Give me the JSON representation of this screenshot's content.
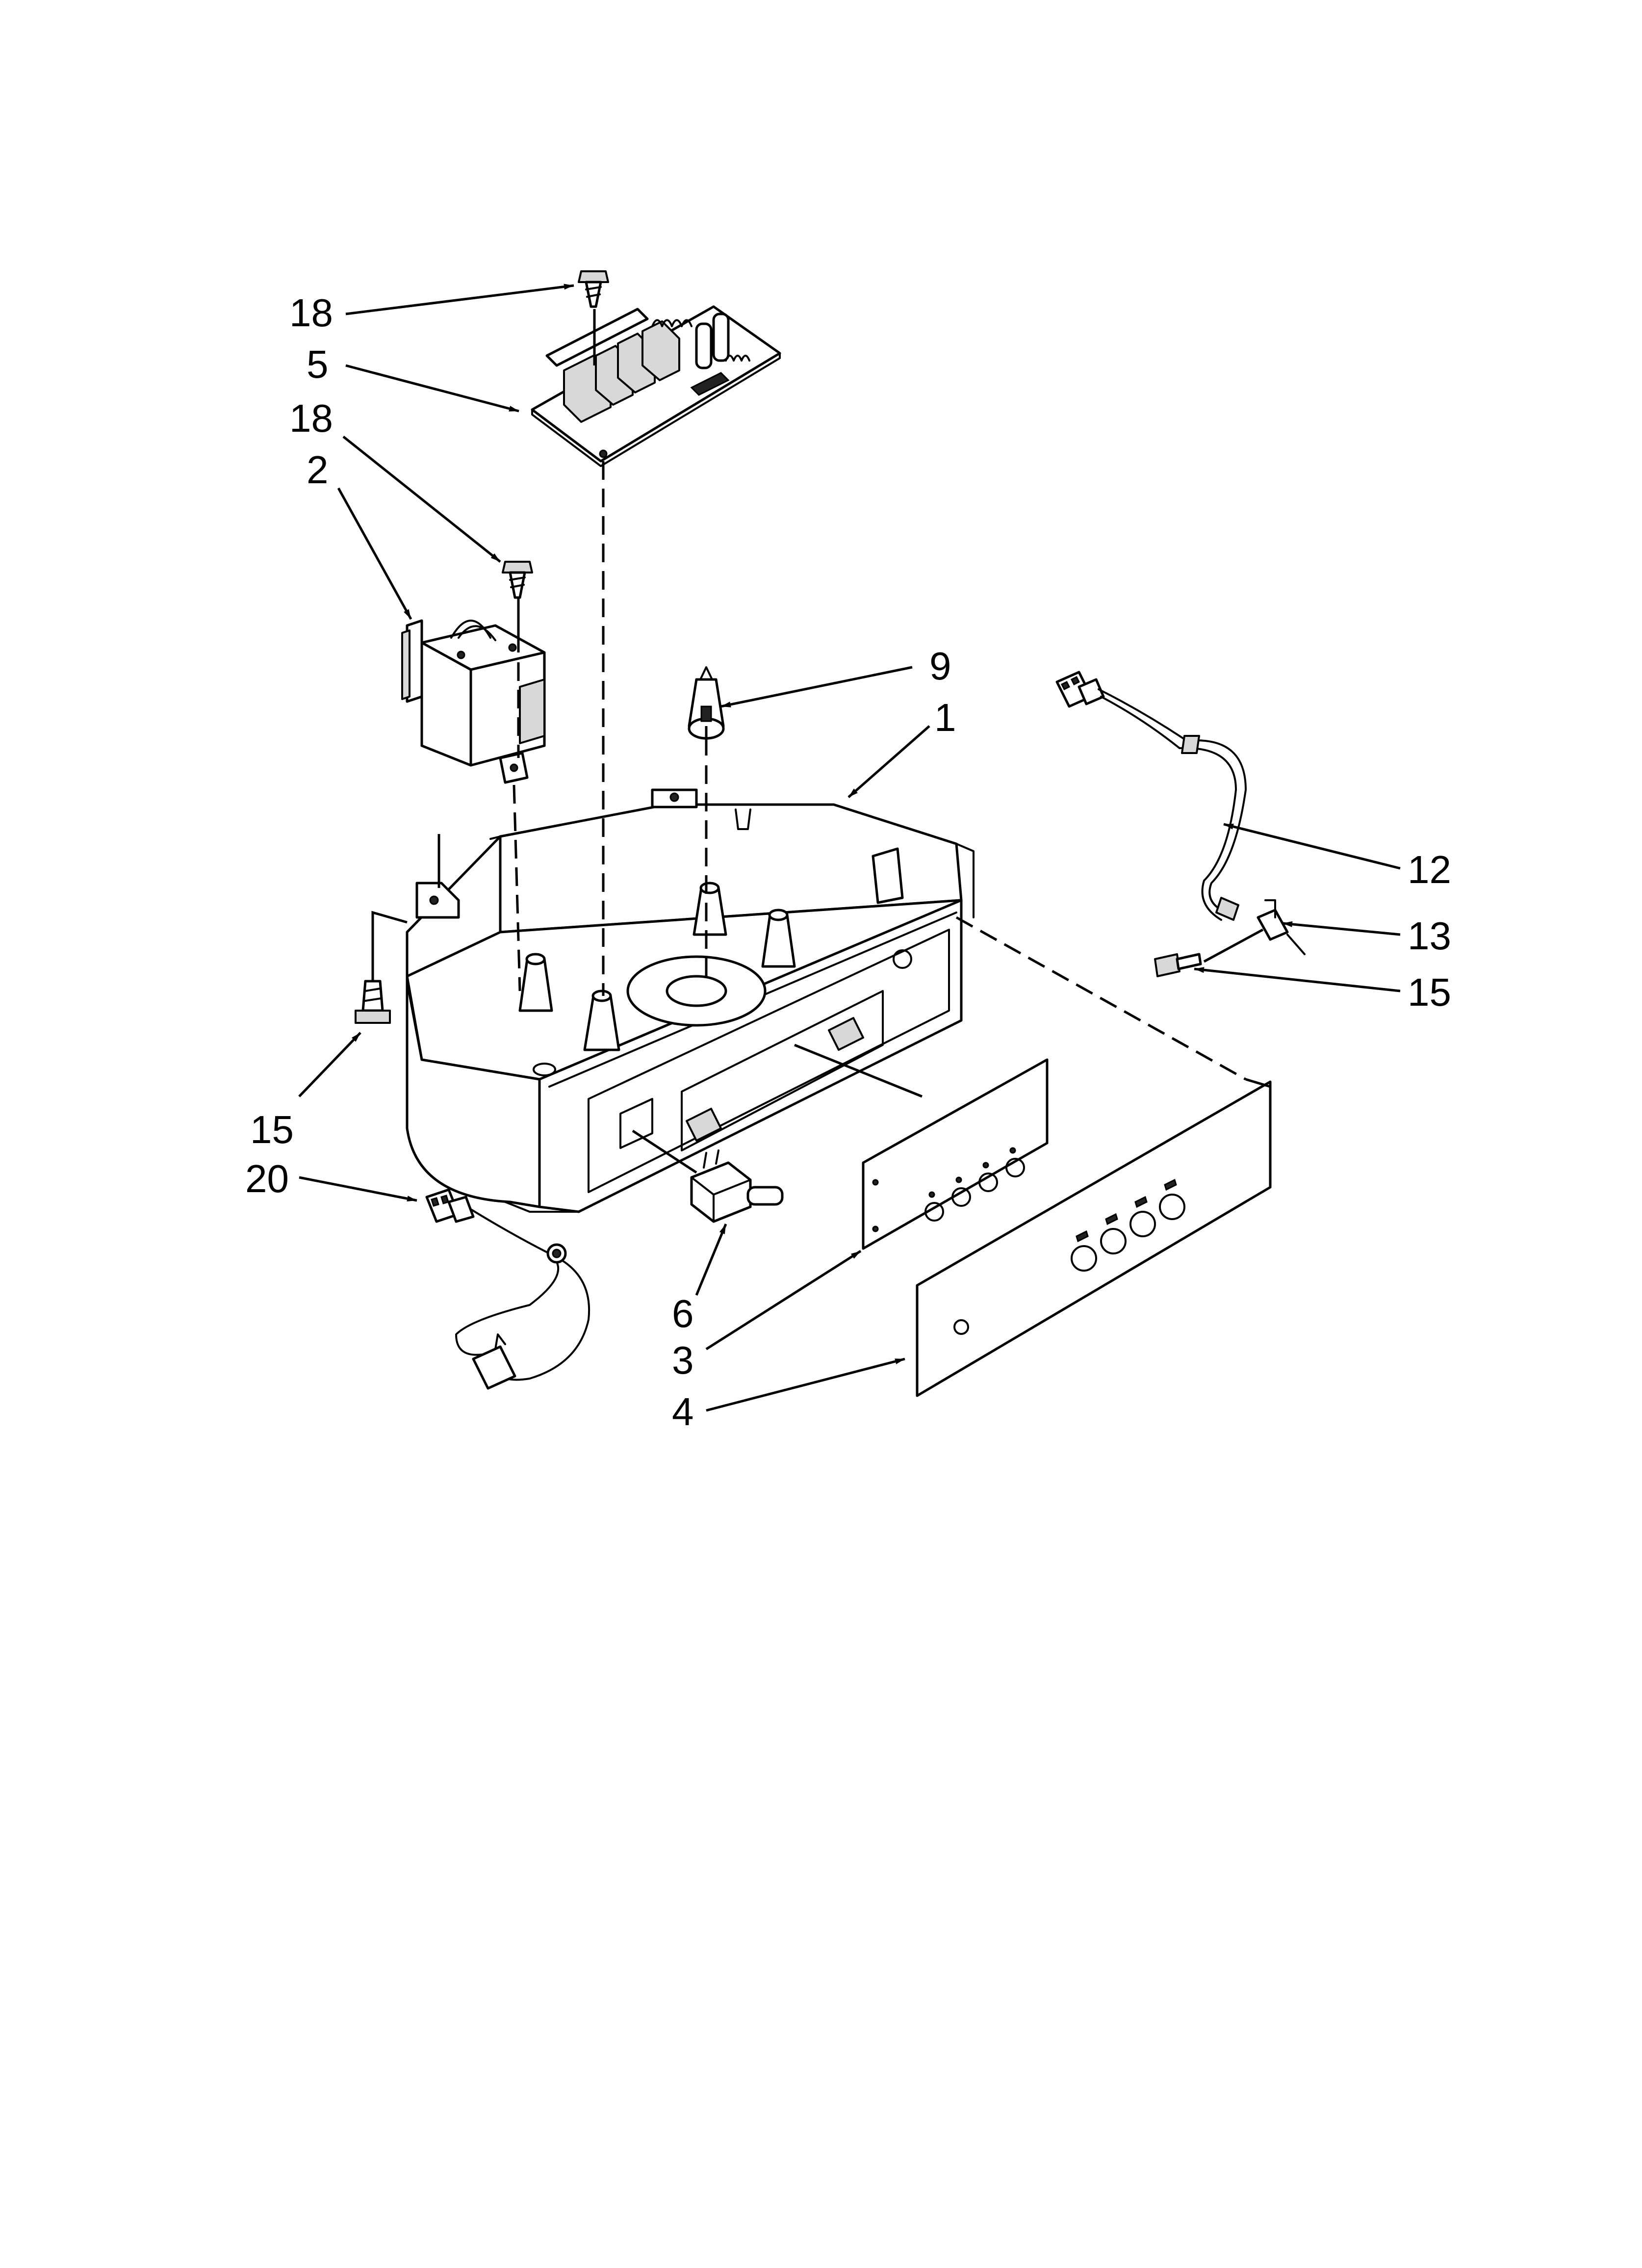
{
  "callouts": [
    {
      "id": "18-top",
      "label": "18"
    },
    {
      "id": "5",
      "label": "5"
    },
    {
      "id": "18-mid",
      "label": "18"
    },
    {
      "id": "2",
      "label": "2"
    },
    {
      "id": "9",
      "label": "9"
    },
    {
      "id": "1",
      "label": "1"
    },
    {
      "id": "12",
      "label": "12"
    },
    {
      "id": "13",
      "label": "13"
    },
    {
      "id": "15-right",
      "label": "15"
    },
    {
      "id": "15-left",
      "label": "15"
    },
    {
      "id": "20",
      "label": "20"
    },
    {
      "id": "6",
      "label": "6"
    },
    {
      "id": "3",
      "label": "3"
    },
    {
      "id": "4",
      "label": "4"
    }
  ]
}
